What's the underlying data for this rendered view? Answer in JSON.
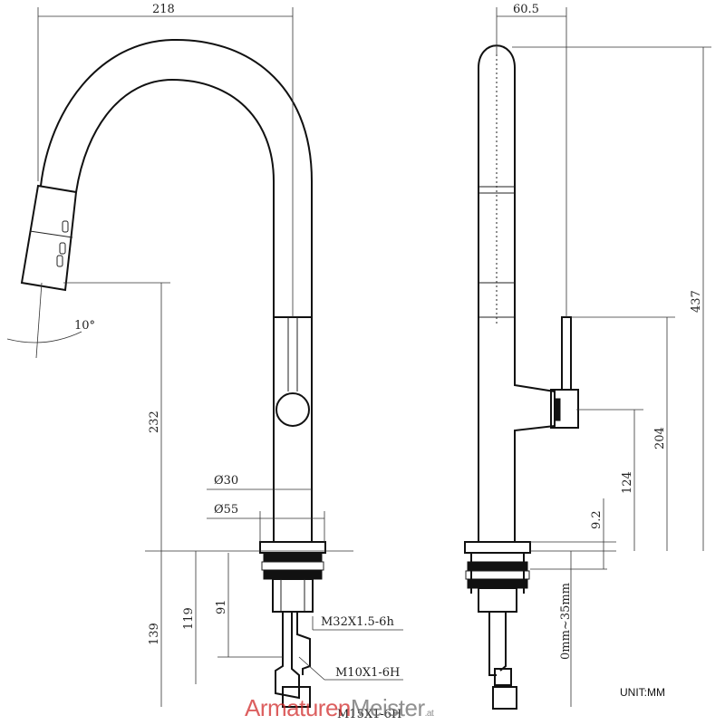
{
  "drawing": {
    "unit_label": "UNIT:MM",
    "watermark": {
      "part1": "Armaturen",
      "part2": "Meister",
      "tld": ".at"
    },
    "front_view": {
      "reach": "218",
      "spout_height": "232",
      "angle": "10°",
      "diameter_body": "Ø30",
      "diameter_base": "Ø55",
      "under_height": "139",
      "dim_119": "119",
      "dim_91": "91",
      "thread_main": "M32X1.5-6h",
      "thread_hose": "M10X1-6H",
      "thread_outlet": "M15X1-6H"
    },
    "side_view": {
      "depth": "60.5",
      "total_height": "437",
      "lever_height": "204",
      "body_height": "124",
      "base_height": "9.2",
      "counter_thickness": "0mm~35mm"
    }
  }
}
